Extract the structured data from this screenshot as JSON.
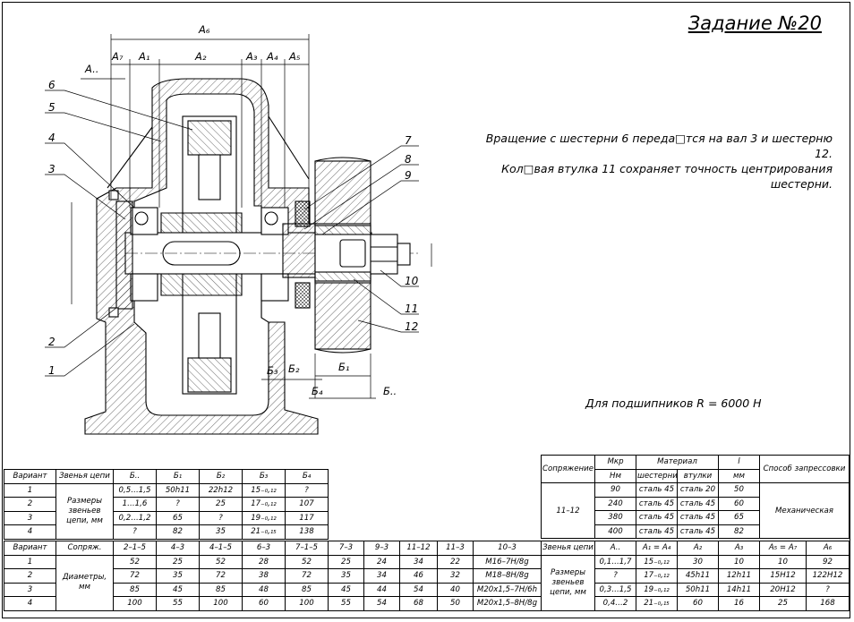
{
  "title": "Задание №20",
  "description": [
    "Вращение с шестерни 6 переда□тся на вал 3 и шестерню 12.",
    "Кол□вая втулка 11 сохраняет точность центрирования шестерни."
  ],
  "bearing_note": "Для подшипников R = 6000 Н",
  "part_labels": [
    "1",
    "2",
    "3",
    "4",
    "5",
    "6",
    "7",
    "8",
    "9",
    "10",
    "11",
    "12"
  ],
  "dims": {
    "A6": "A₆",
    "A7": "A₇",
    "A1": "A₁",
    "A2": "A₂",
    "A3": "A₃",
    "A4": "A₄",
    "A5": "A₅",
    "Adelta": "A..",
    "B3": "Б₃",
    "B2": "Б₂",
    "B1": "Б₁",
    "B4": "Б₄",
    "Bdelta": "Б.."
  },
  "table_b": {
    "headers": [
      "Вариант",
      "Звенья цепи",
      "Б..",
      "Б₁",
      "Б₂",
      "Б₃",
      "Б₄"
    ],
    "chain_label": "Размеры звеньев цепи, мм",
    "rows": [
      [
        "1",
        "0,5…1,5",
        "50h11",
        "22h12",
        "15₋₀,₁₂",
        "?"
      ],
      [
        "2",
        "1…1,6",
        "?",
        "25",
        "17₋₀,₁₂",
        "107"
      ],
      [
        "3",
        "0,2…1,2",
        "65",
        "?",
        "19₋₀,₁₂",
        "117"
      ],
      [
        "4",
        "?",
        "82",
        "35",
        "21₋₀,₁₅",
        "138"
      ]
    ]
  },
  "table_d": {
    "headers": [
      "Вариант",
      "Сопряж.",
      "2–1–5",
      "4–3",
      "4–1–5",
      "6–3",
      "7–1–5",
      "7–3",
      "9–3",
      "11–12",
      "11–3",
      "10–3"
    ],
    "diam_label": "Диаметры, мм",
    "rows": [
      [
        "1",
        "52",
        "25",
        "52",
        "28",
        "52",
        "25",
        "24",
        "34",
        "22",
        "M16–7H/8g"
      ],
      [
        "2",
        "72",
        "35",
        "72",
        "38",
        "72",
        "35",
        "34",
        "46",
        "32",
        "M18–8H/8g"
      ],
      [
        "3",
        "85",
        "45",
        "85",
        "48",
        "85",
        "45",
        "44",
        "54",
        "40",
        "M20x1,5–7H/6h"
      ],
      [
        "4",
        "100",
        "55",
        "100",
        "60",
        "100",
        "55",
        "54",
        "68",
        "50",
        "M20x1,5–8H/8g"
      ]
    ]
  },
  "table_m": {
    "h_conn": "Сопряжение",
    "h_mkr": "Мкр",
    "h_mkr_unit": "Нм",
    "h_mat": "Материал",
    "h_mat_gear": "шестерни",
    "h_mat_bush": "втулки",
    "h_l": "l",
    "h_l_unit": "мм",
    "h_method": "Способ запрессовки",
    "conn": "11–12",
    "method": "Механическая",
    "rows": [
      [
        "90",
        "сталь 45",
        "сталь 20",
        "50"
      ],
      [
        "240",
        "сталь 45",
        "сталь 45",
        "60"
      ],
      [
        "380",
        "сталь 45",
        "сталь 45",
        "65"
      ],
      [
        "400",
        "сталь 45",
        "сталь 45",
        "82"
      ]
    ]
  },
  "table_a": {
    "headers": [
      "Звенья цепи",
      "A..",
      "A₁ = A₄",
      "A₂",
      "A₃",
      "A₅ = A₇",
      "A₆"
    ],
    "chain_label": "Размеры звеньев цепи, мм",
    "rows": [
      [
        "0,1…1,7",
        "15₋₀,₁₂",
        "30",
        "10",
        "10",
        "92"
      ],
      [
        "?",
        "17₋₀,₁₂",
        "45h11",
        "12h11",
        "15H12",
        "122H12"
      ],
      [
        "0,3…1,5",
        "19₋₀,₁₂",
        "50h11",
        "14h11",
        "20H12",
        "?"
      ],
      [
        "0,4…2",
        "21₋₀,₁₅",
        "60",
        "16",
        "25",
        "168"
      ]
    ]
  }
}
